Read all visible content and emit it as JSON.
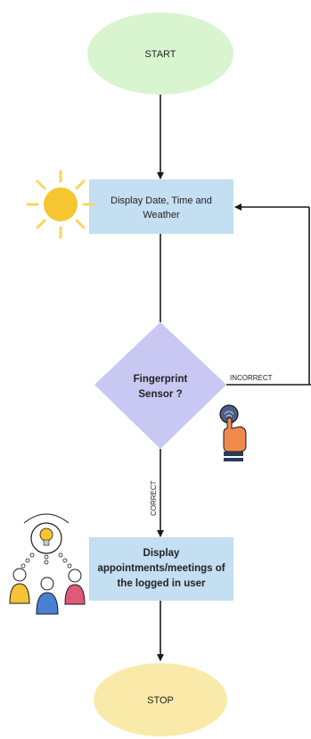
{
  "flowchart": {
    "start_label": "START",
    "display_label_line1": "Display Date, Time and",
    "display_label_line2": "Weather",
    "decision_label_line1": "Fingerprint",
    "decision_label_line2": "Sensor ?",
    "incorrect_label": "INCORRECT",
    "correct_label": "CORRECT",
    "appointments_label_line1": "Display",
    "appointments_label_line2": "appointments/meetings of",
    "appointments_label_line3": "the logged in user",
    "stop_label": "STOP"
  },
  "colors": {
    "start_fill": "#d8f5d0",
    "process_fill": "#c4def2",
    "decision_fill": "#c9c8f3",
    "stop_fill": "#faeaa9",
    "line": "#1a1a1a",
    "sun": "#f7c52f",
    "sun_rays": "#f9d65e"
  },
  "icons": [
    "sun-icon",
    "fingerprint-hand-icon",
    "team-idea-icon"
  ]
}
